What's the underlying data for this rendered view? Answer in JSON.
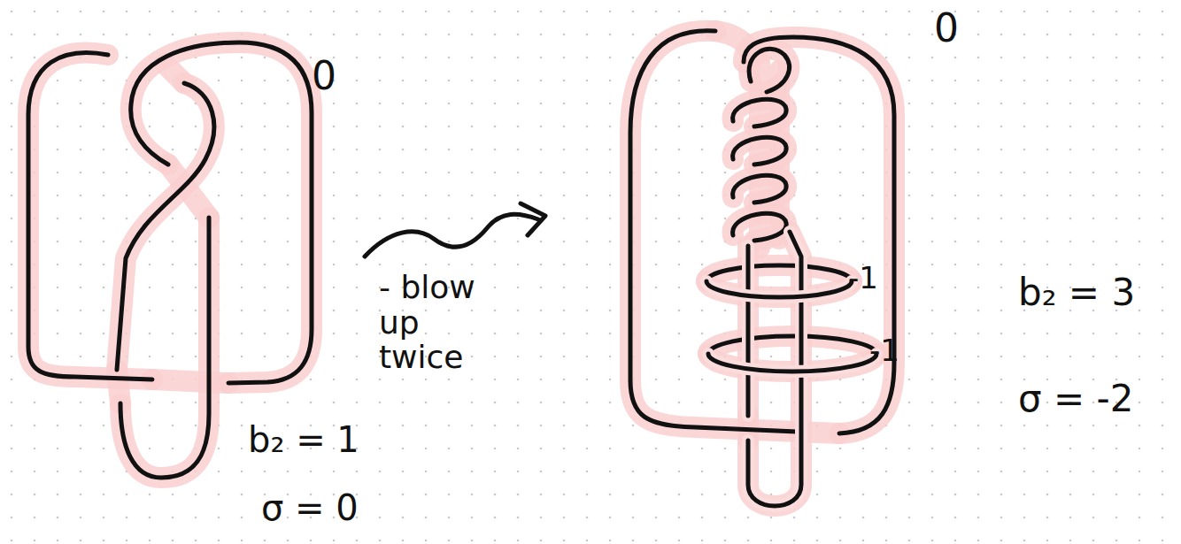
{
  "diagram": {
    "labels": [
      "0",
      "b₂ = 1",
      "σ = 0",
      "- blow up twice",
      "0",
      "-1",
      "-1",
      "b₂ = 3",
      "σ = -2"
    ]
  }
}
